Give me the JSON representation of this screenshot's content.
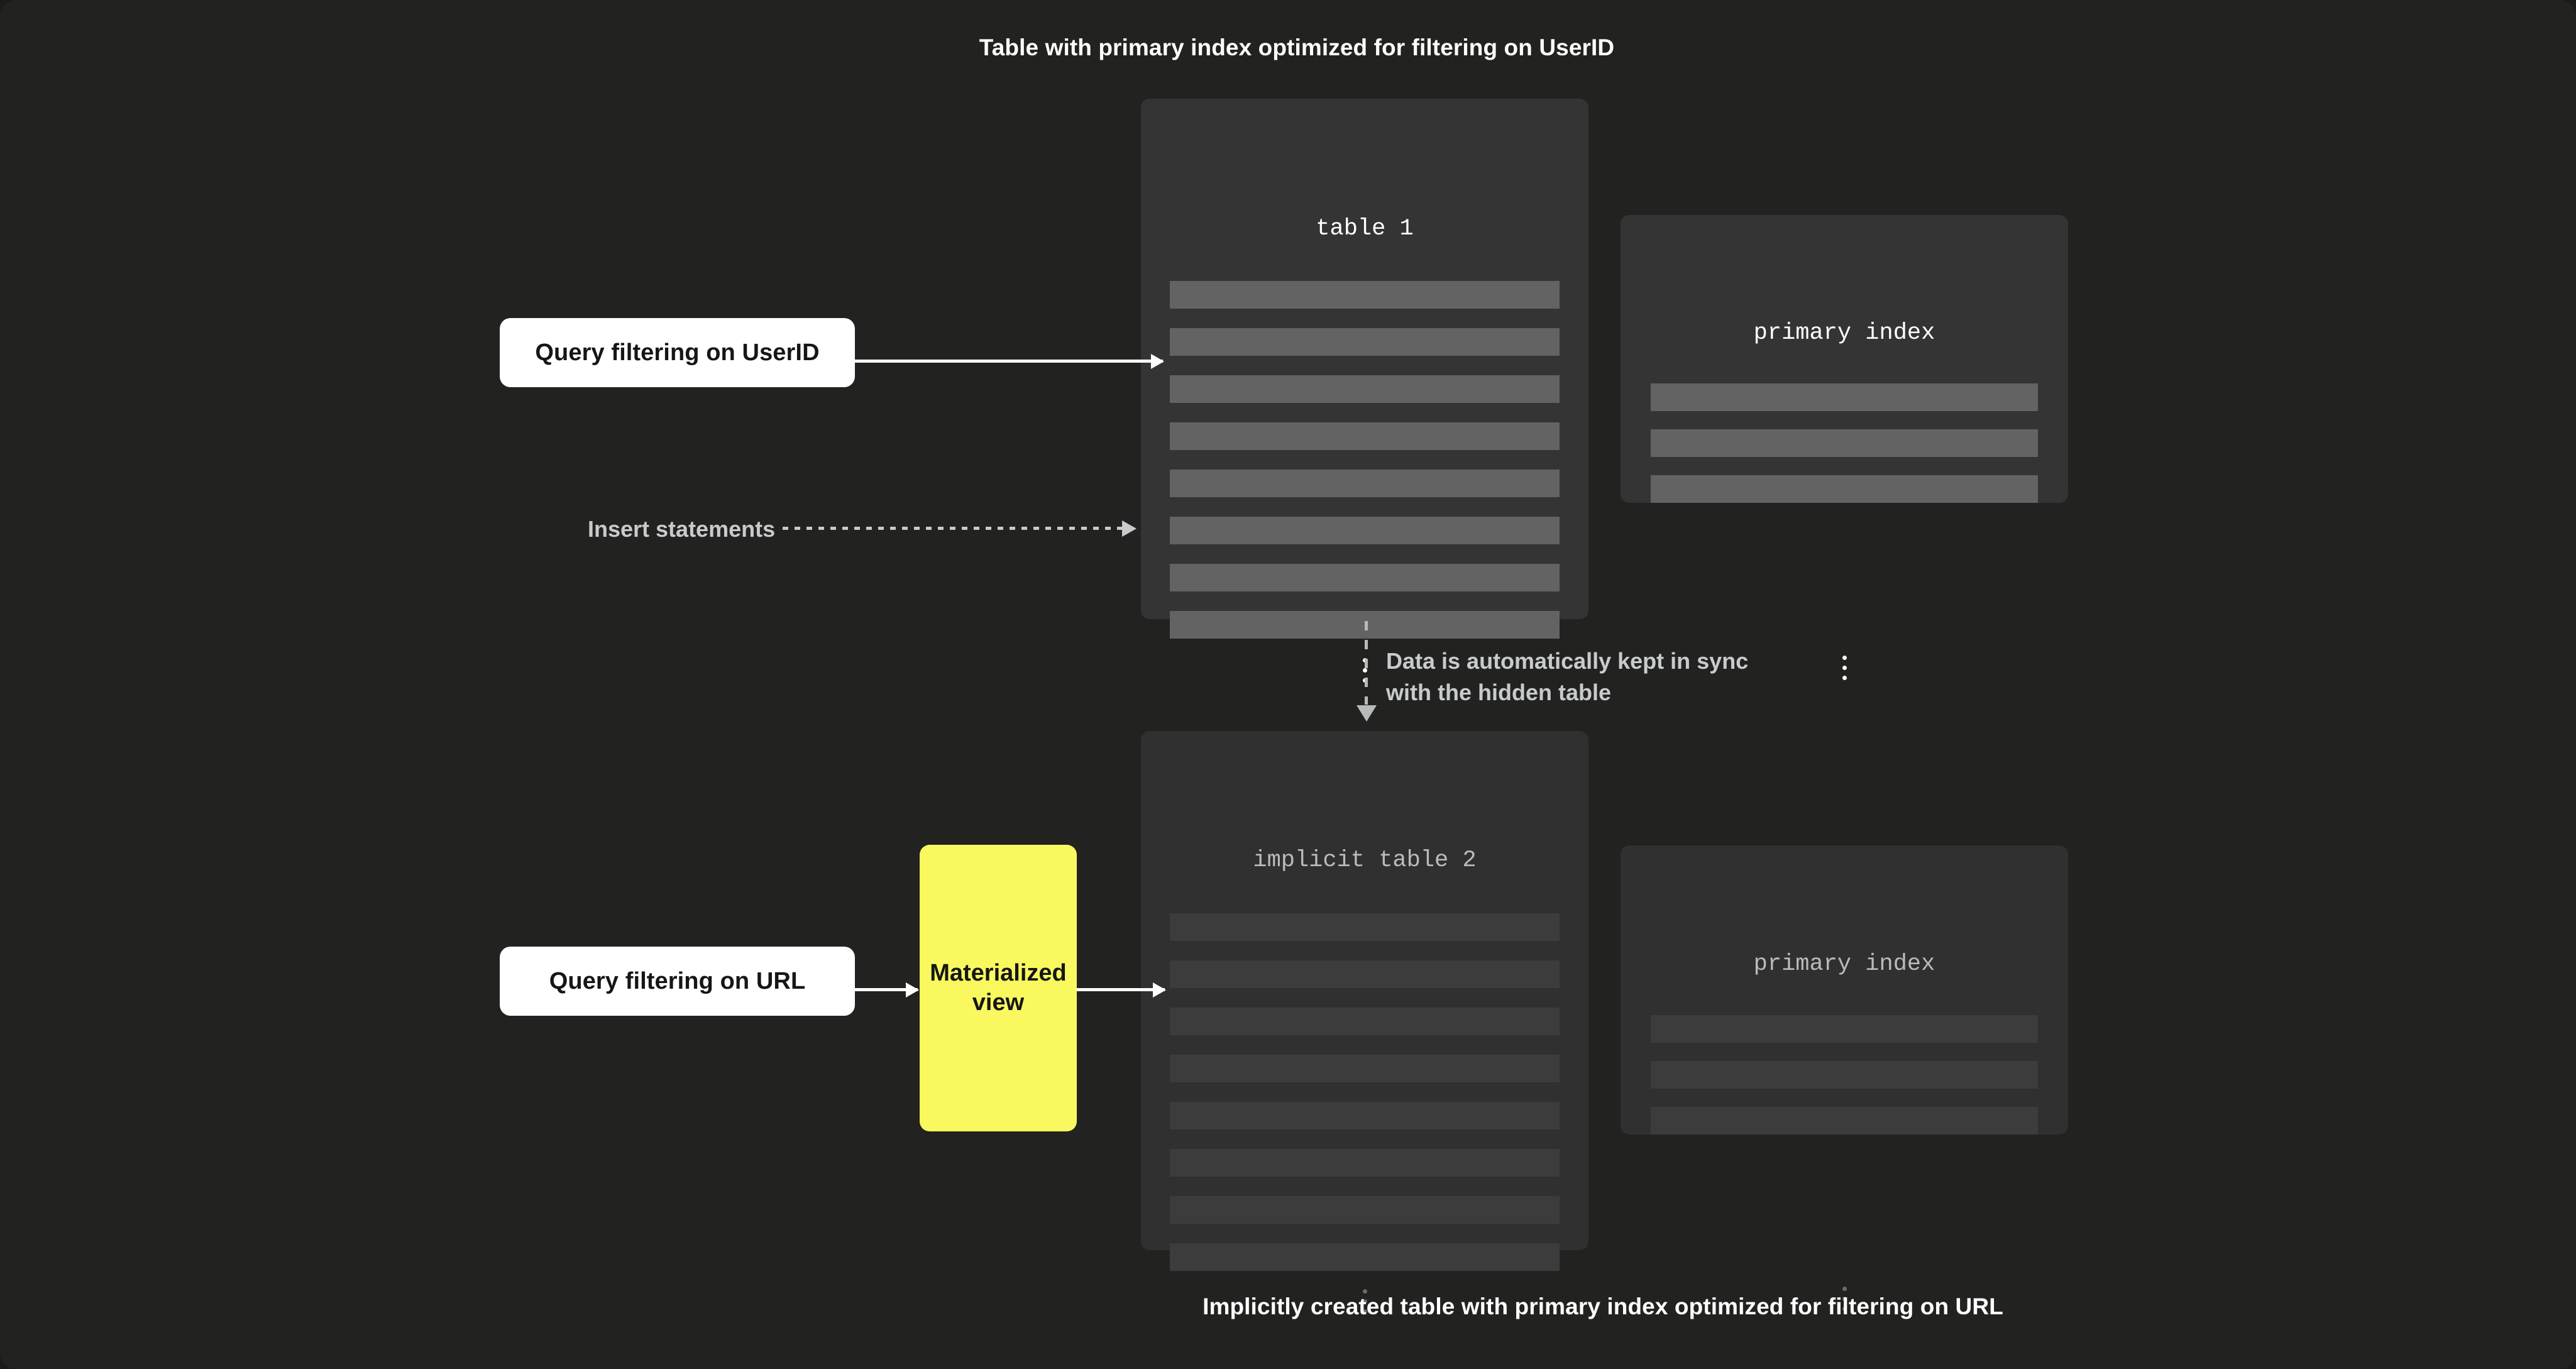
{
  "captions": {
    "top": "Table with primary index optimized for filtering on UserID",
    "bottom": "Implicitly created table with primary index optimized for filtering on URL"
  },
  "cards": {
    "table_1": {
      "title": "table 1",
      "row_count": 8,
      "has_ellipsis": true,
      "style": "active"
    },
    "primary_index_top": {
      "title": "primary index",
      "row_count": 3,
      "has_ellipsis": true,
      "style": "active"
    },
    "implicit_table_2": {
      "title": "implicit table 2",
      "row_count": 8,
      "has_ellipsis": true,
      "style": "dim"
    },
    "primary_index_bottom": {
      "title": "primary index",
      "row_count": 3,
      "has_ellipsis": true,
      "style": "dim"
    }
  },
  "boxes": {
    "query_userid": "Query filtering on UserID",
    "query_url": "Query filtering on URL",
    "materialized_view": "Materialized view"
  },
  "annotations": {
    "insert_statements": "Insert statements",
    "sync_note": "Data is automatically kept in sync\nwith the hidden table"
  },
  "colors": {
    "background": "#222220",
    "card": "#343434",
    "card_dim": "#303030",
    "row": "#636363",
    "row_dim": "#3c3c3c",
    "accent_yellow": "#f9f95f",
    "box_white": "#ffffff",
    "text_white": "#ffffff",
    "text_muted": "#c8cbcc",
    "text_dark": "#161616"
  }
}
